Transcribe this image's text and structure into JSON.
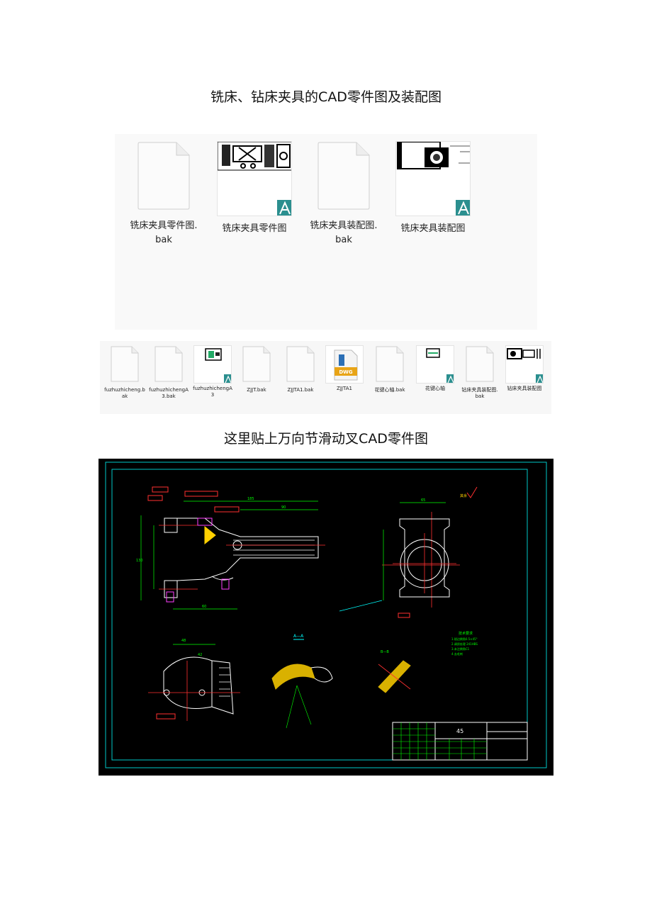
{
  "page": {
    "title": "铣床、钻床夹具的CAD零件图及装配图",
    "caption": "这里贴上万向节滑动叉CAD零件图"
  },
  "explorer_large": {
    "files": [
      {
        "label": "铣床夹具零件图.\nbak",
        "kind": "blank"
      },
      {
        "label": "铣床夹具零件图",
        "kind": "cad-thumb"
      },
      {
        "label": "铣床夹具装配图.\nbak",
        "kind": "blank"
      },
      {
        "label": "铣床夹具装配图",
        "kind": "cad-thumb"
      }
    ]
  },
  "explorer_small": {
    "files": [
      {
        "label": "fuzhuzhicheng.b\nak",
        "kind": "blank"
      },
      {
        "label": "fuzhuzhichengA\n3.bak",
        "kind": "blank"
      },
      {
        "label": "fuzhuzhichengA\n3",
        "kind": "cad-thumb"
      },
      {
        "label": "ZJJT.bak",
        "kind": "blank"
      },
      {
        "label": "ZJJTA1.bak",
        "kind": "blank"
      },
      {
        "label": "ZJJTA1",
        "kind": "dwg"
      },
      {
        "label": "花键心轴.bak",
        "kind": "blank"
      },
      {
        "label": "花键心轴",
        "kind": "cad-thumb"
      },
      {
        "label": "钻床夹具装配图.\nbak",
        "kind": "blank"
      },
      {
        "label": "钻床夹具装配图",
        "kind": "cad-thumb"
      }
    ],
    "dwg_badge": "DWG"
  },
  "cad_drawing": {
    "section_label": "A—A",
    "section_b_label": "B—B",
    "material": "45",
    "dimensions": [
      "185",
      "90",
      "65",
      "130",
      "60",
      "42",
      "48"
    ],
    "notes": [
      "技术要求",
      "1.锐边倒角0.5×45°",
      "2.调质处理 241HBS",
      "3.未注倒角C1",
      "4.去毛刺"
    ],
    "colors": {
      "background": "#000000",
      "frame": "#00c8c8",
      "outline": "#ffffff",
      "dimension": "#00ff00",
      "center": "#ff3030",
      "hatch": "#ffd000",
      "section": "#00ffff",
      "callout": "#ff40ff"
    }
  },
  "colors": {
    "explorer_bg": "#f9f9f9",
    "autocad_badge": "#2b8f8f"
  }
}
